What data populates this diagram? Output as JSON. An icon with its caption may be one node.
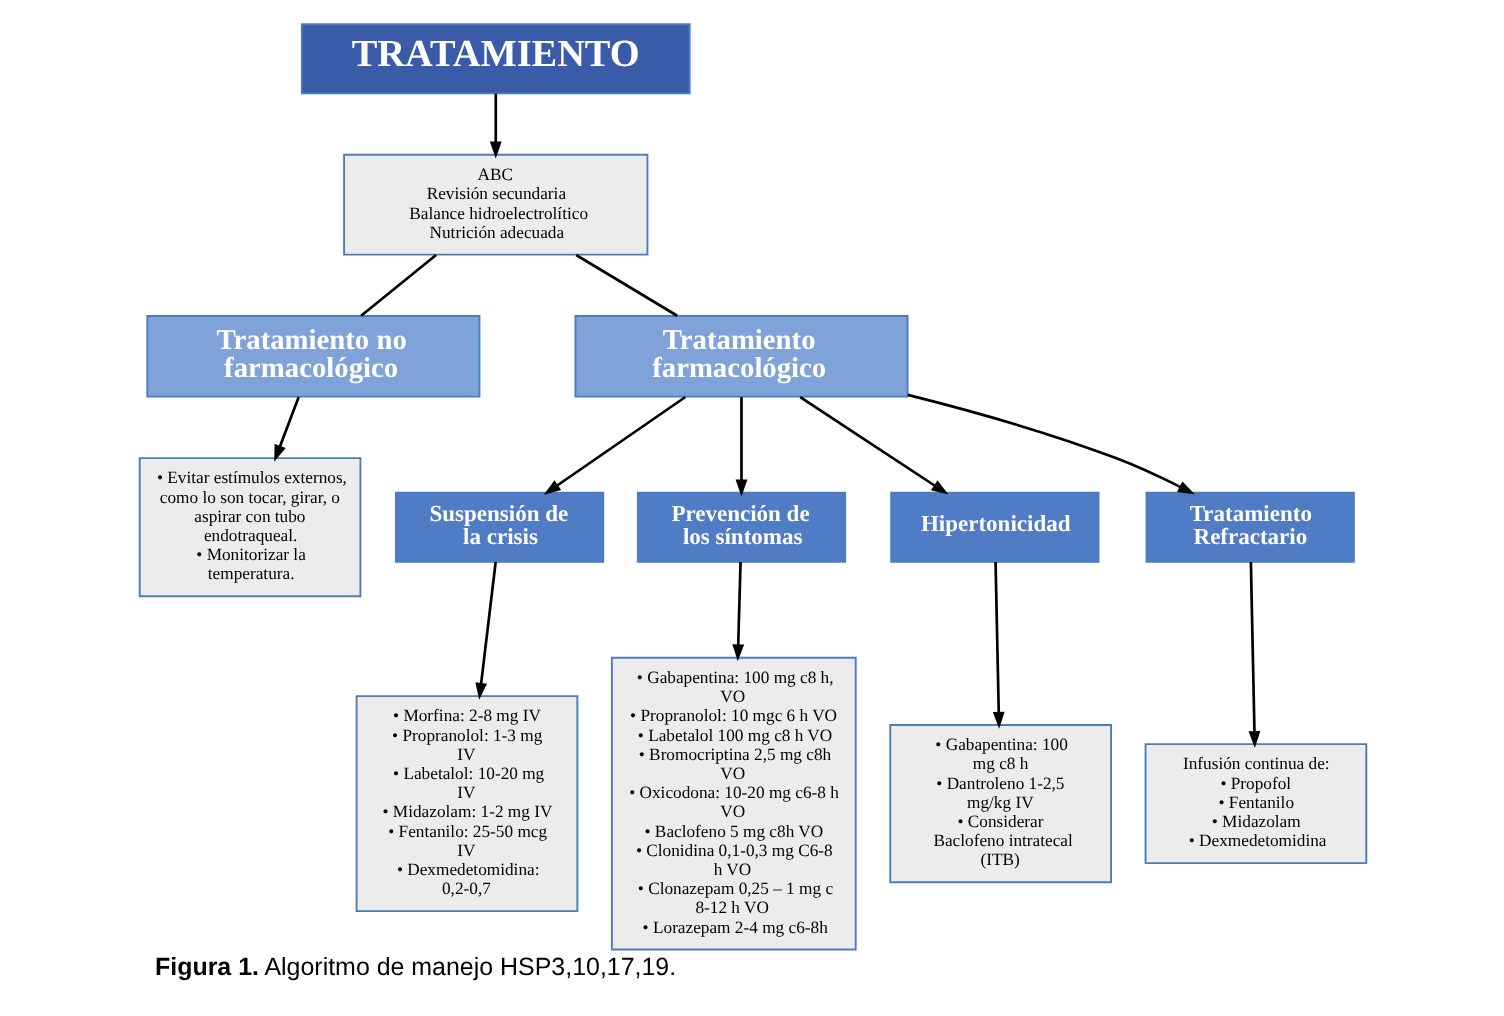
{
  "diagram": {
    "caption": "**Figura 1.** Algoritmo de manejo HSP3,10,17,19.",
    "nodes": [
      {
        "text": [
          "TRATAMIENTO"
        ]
      },
      {
        "text": [
          "ABC",
          "Revisión secundaria",
          "Balance hidroelectrolítico",
          "Nutrición adecuada"
        ]
      },
      {
        "text": [
          "Tratamiento no farmacológico"
        ]
      },
      {
        "text": [
          "Tratamiento farmacológico"
        ]
      },
      {
        "text": [
          "• Evitar estímulos externos, como lo son tocar, girar, o aspirar con tubo endotraqueal.",
          "• Monitorizar la temperatura."
        ]
      },
      {
        "text": [
          "Suspensión de la crisis"
        ]
      },
      {
        "text": [
          "Prevención de los síntomas"
        ]
      },
      {
        "text": [
          "Hipertonicidad"
        ]
      },
      {
        "text": [
          "Tratamiento Refractario"
        ]
      },
      {
        "text": [
          "• Morfina: 2-8 mg IV",
          "• Propranolol: 1-3 mg IV",
          "• Labetalol: 10-20 mg IV",
          "• Midazolam: 1-2 mg IV",
          "• Fentanilo: 25-50 mcg IV",
          "• Dexmedetomidina: 0,2-0,7"
        ]
      },
      {
        "text": [
          "• Gabapentina: 100 mg c8 h, VO",
          "• Propranolol: 10 mgc 6 h VO",
          "• Labetalol 100 mg c8 h VO",
          "• Bromocriptina 2,5 mg c8h VO",
          "• Oxicodona: 10-20 mg c6-8 h VO",
          "• Baclofeno 5 mg c8h VO",
          "• Clonidina 0,1-0,3 mg C6-8 h VO",
          "• Clonazepam 0,25 – 1 mg c 8-12 h VO",
          "• Lorazepam 2-4 mg c6-8h"
        ]
      },
      {
        "text": [
          "• Gabapentina: 100 mg c8 h",
          "• Dantroleno 1-2,5 mg/kg IV",
          "• Considerar Baclofeno intratecal (ITB)"
        ]
      },
      {
        "text": [
          "Infusión continua de:",
          "• Propofol",
          "• Fentanilo",
          "• Midazolam",
          "• Dexmedetomidina"
        ]
      }
    ],
    "edges": [
      {
        "from": 0,
        "to": 1,
        "arrow": "to"
      },
      {
        "from": 1,
        "to": 2,
        "arrow": "none"
      },
      {
        "from": 1,
        "to": 3,
        "arrow": "none"
      },
      {
        "from": 2,
        "to": 4,
        "arrow": "to"
      },
      {
        "from": 3,
        "to": 5,
        "arrow": "to"
      },
      {
        "from": 3,
        "to": 6,
        "arrow": "to"
      },
      {
        "from": 3,
        "to": 7,
        "arrow": "to"
      },
      {
        "from": 3,
        "to": 8,
        "arrow": "to"
      },
      {
        "from": 5,
        "to": 9,
        "arrow": "to"
      },
      {
        "from": 6,
        "to": 10,
        "arrow": "to"
      },
      {
        "from": 7,
        "to": 11,
        "arrow": "to"
      },
      {
        "from": 8,
        "to": 12,
        "arrow": "to"
      }
    ]
  }
}
